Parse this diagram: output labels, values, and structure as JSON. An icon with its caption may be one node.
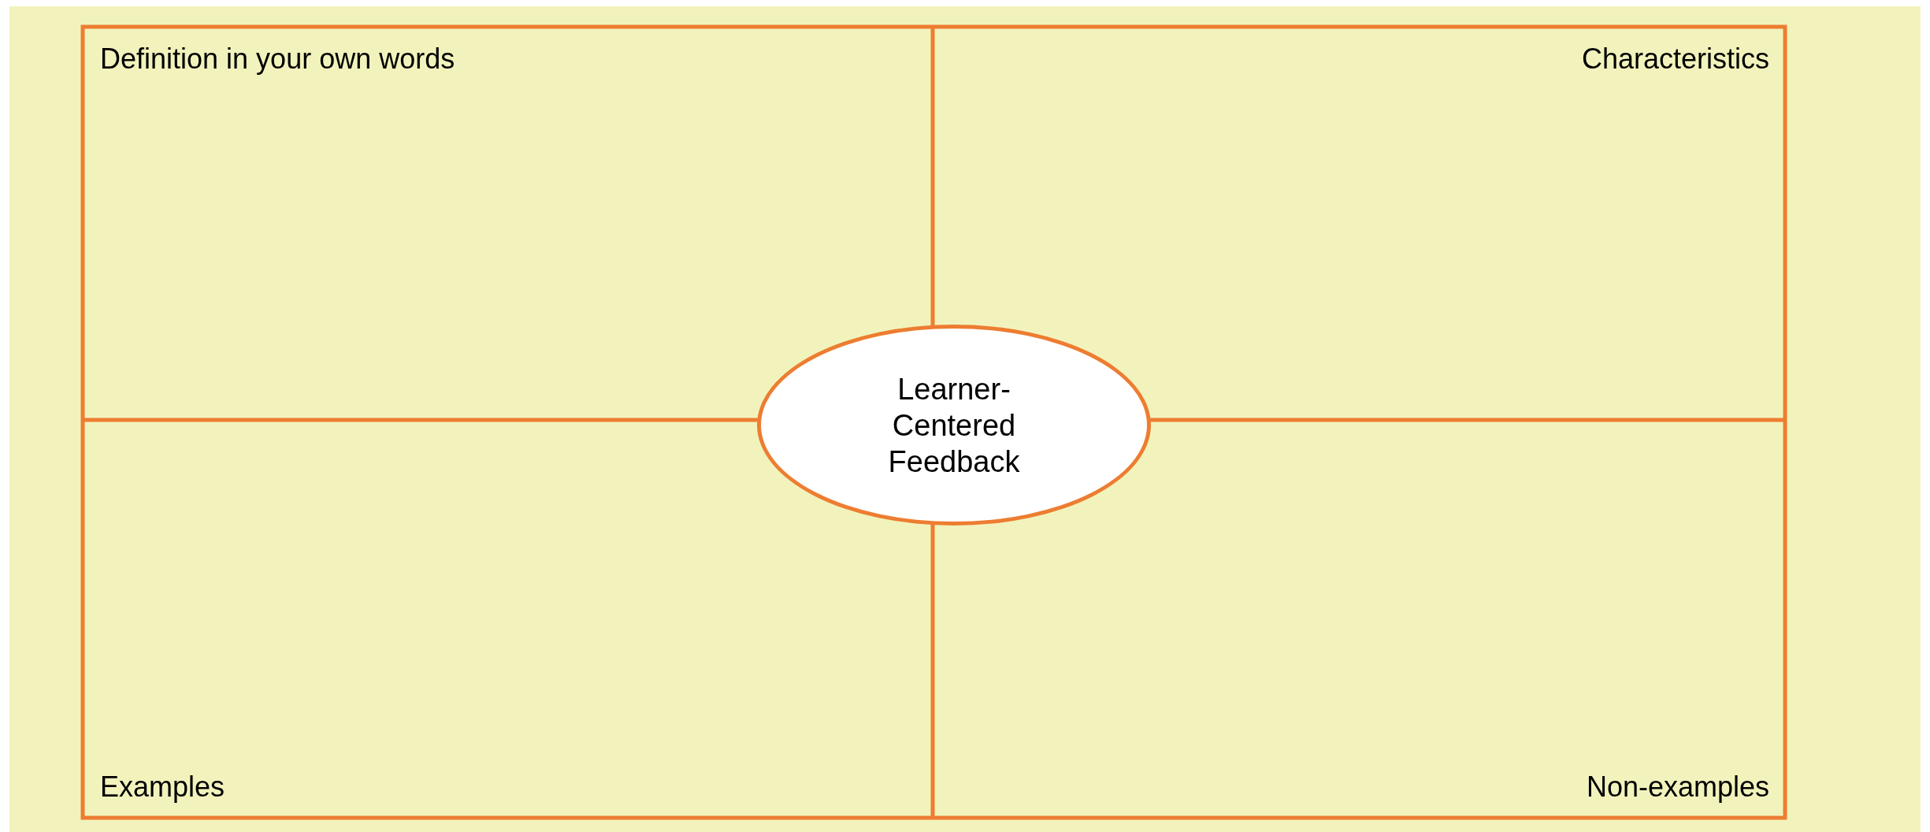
{
  "diagram": {
    "nodes": [
      {
        "text": [
          "Definition in your own words"
        ]
      },
      {
        "text": [
          "Characteristics"
        ]
      },
      {
        "text": [
          "Examples"
        ]
      },
      {
        "text": [
          "Non-examples"
        ]
      },
      {
        "text": [
          "Learner-Centered Feedback"
        ]
      }
    ]
  }
}
